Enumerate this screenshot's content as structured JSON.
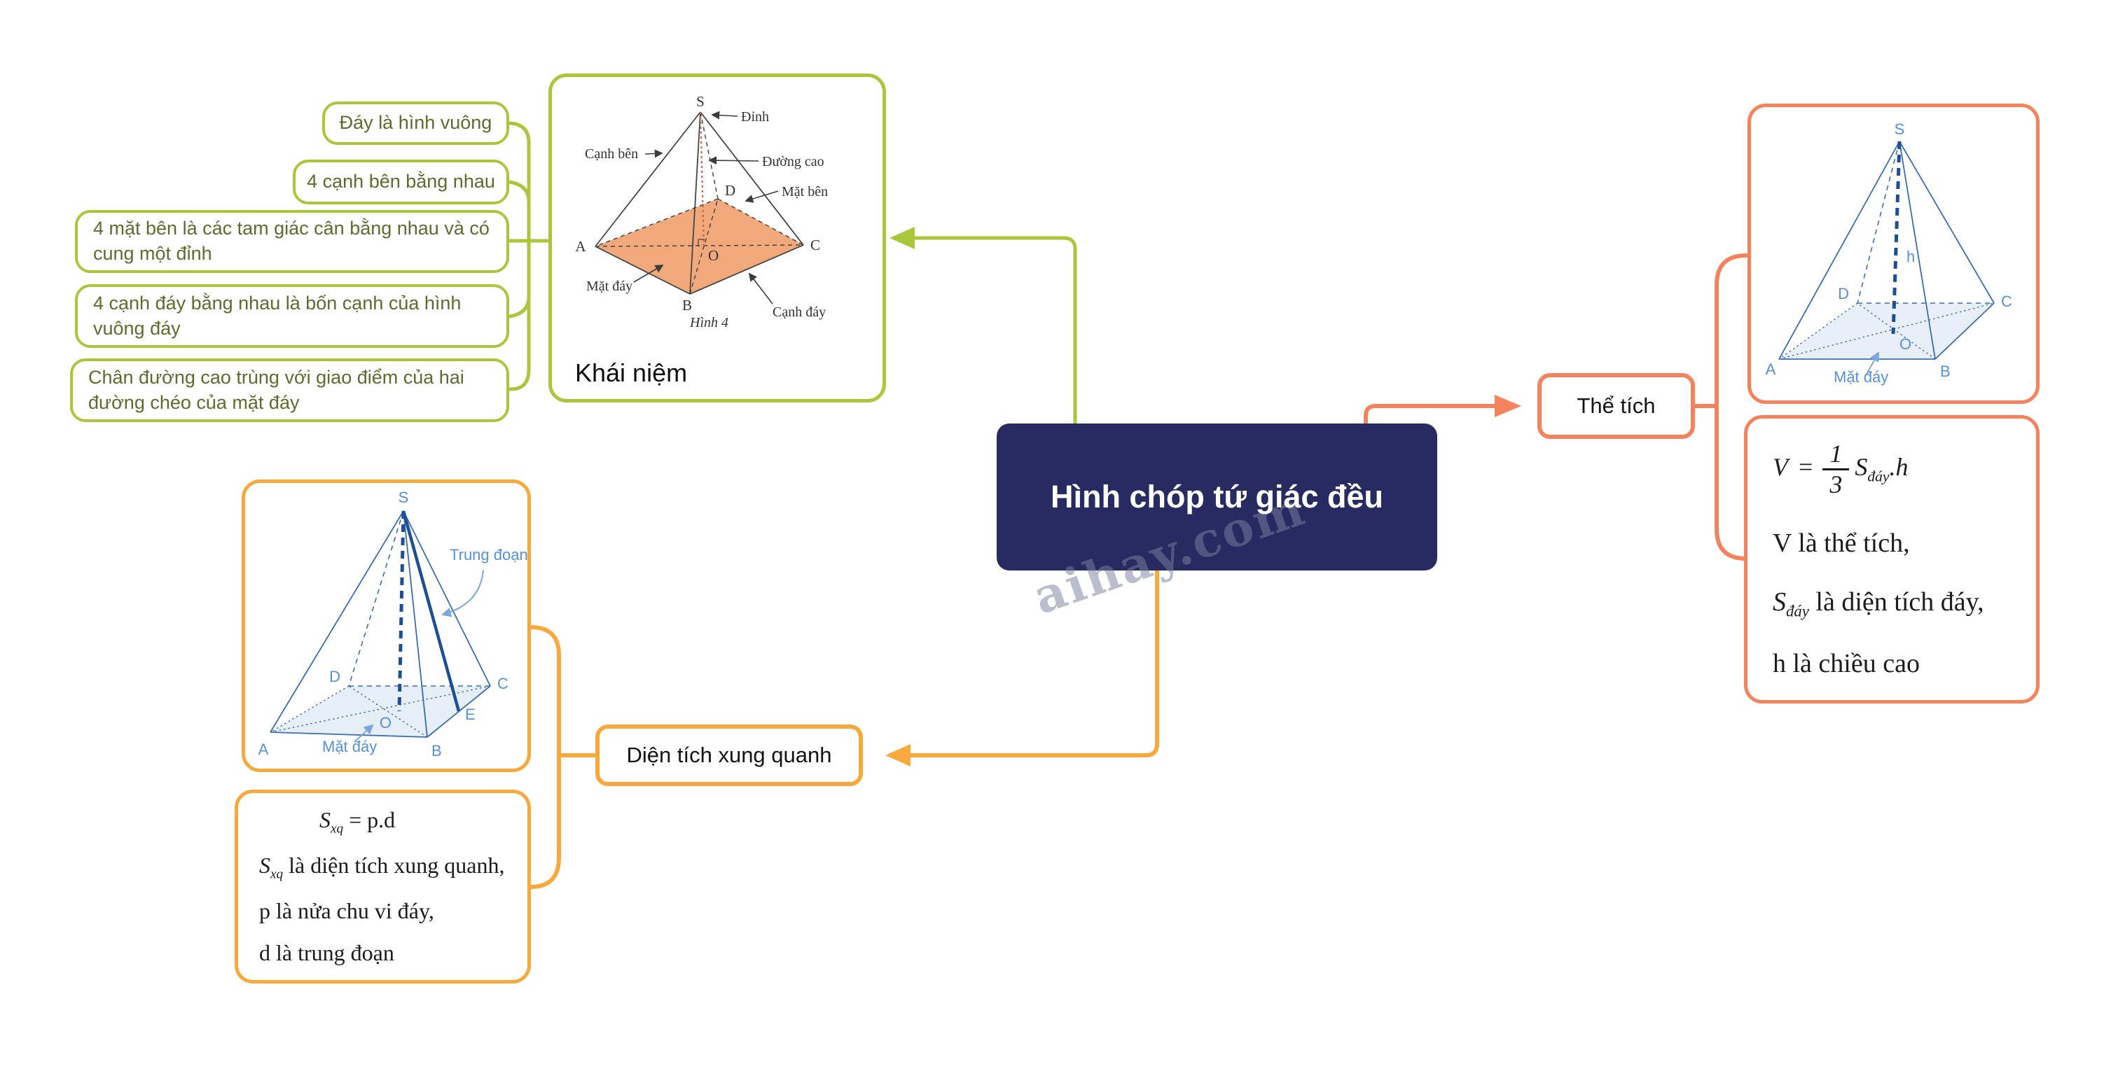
{
  "central": {
    "title": "Hình chóp tứ giác đều",
    "watermark": "aihay.com"
  },
  "colors": {
    "green": "#aac63a",
    "amber": "#f8a93d",
    "salmon": "#f4825c",
    "navy": "#272b62",
    "figure_blue": "#3a6db0",
    "figure_blue_bold": "#1d4f97",
    "base_fill_orange": "#f1a87b",
    "base_fill_blue": "#e2ebf7"
  },
  "concept": {
    "label": "Khái niệm",
    "properties": [
      "Đáy là hình vuông",
      "4 cạnh bên bằng nhau",
      "4 mặt bên là các tam giác cân bằng nhau và có cung một đỉnh",
      "4 cạnh đáy bằng nhau là bốn cạnh của hình vuông đáy",
      "Chân đường cao trùng với giao điểm của hai đường chéo của mặt đáy"
    ],
    "figure": {
      "caption": "Hình 4",
      "v_s": "S",
      "v_a": "A",
      "v_b": "B",
      "v_c": "C",
      "v_d": "D",
      "v_o": "O",
      "apex": "Đỉnh",
      "lateral_edge": "Cạnh bên",
      "height_line": "Đường cao",
      "lateral_face": "Mặt bên",
      "base_face": "Mặt đáy",
      "base_edge": "Cạnh đáy"
    }
  },
  "lateral": {
    "label": "Diện tích xung quanh",
    "figure": {
      "v_s": "S",
      "v_a": "A",
      "v_b": "B",
      "v_c": "C",
      "v_d": "D",
      "v_o": "O",
      "v_e": "E",
      "slant": "Trung đoạn",
      "base_face": "Mặt đáy"
    },
    "formula": {
      "s": "S",
      "sub": "xq",
      "rhs": "= p.d",
      "l1_s": "S",
      "l1_sub": "xq",
      "l1_text": " là diện tích xung quanh,",
      "l2": "p là nửa chu vi đáy,",
      "l3": "d là trung đoạn"
    }
  },
  "volume": {
    "label": "Thể tích",
    "figure": {
      "v_s": "S",
      "v_a": "A",
      "v_b": "B",
      "v_c": "C",
      "v_d": "D",
      "v_o": "O",
      "height": "h",
      "base_face": "Mặt đáy"
    },
    "formula": {
      "v": "V",
      "eq": "=",
      "num": "1",
      "den": "3",
      "s": "S",
      "sub": "đáy",
      "tail": ".h",
      "l1": "V là thể tích,",
      "l2_s": "S",
      "l2_sub": "đáy",
      "l2_text": " là diện tích đáy,",
      "l3": "h là chiều cao"
    }
  }
}
